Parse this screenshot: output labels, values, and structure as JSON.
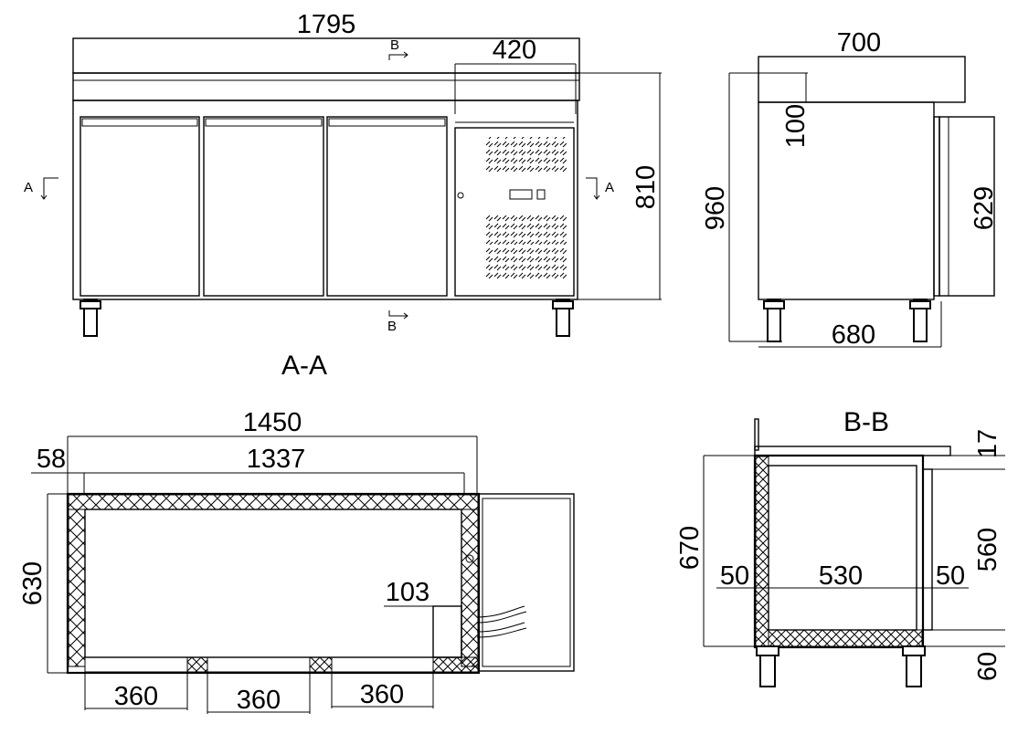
{
  "drawing": {
    "front_view": {
      "overall_width": "1795",
      "unit_width": "420",
      "height": "810",
      "section_a_label": "A",
      "section_b_label": "B"
    },
    "side_view": {
      "depth": "700",
      "top_height": "100",
      "total_height": "960",
      "drawer_height": "629",
      "base_depth": "680"
    },
    "plan_section": {
      "title": "A-A",
      "outer_width": "1450",
      "inner_width": "1337",
      "wall": "58",
      "depth": "630",
      "offset": "103",
      "door_1": "360",
      "door_2": "360",
      "door_3": "360"
    },
    "side_section": {
      "title": "B-B",
      "top_thickness": "17",
      "total_height": "670",
      "wall_left": "50",
      "inner_width": "530",
      "wall_right": "50",
      "inner_height": "560",
      "base_height": "60"
    }
  }
}
